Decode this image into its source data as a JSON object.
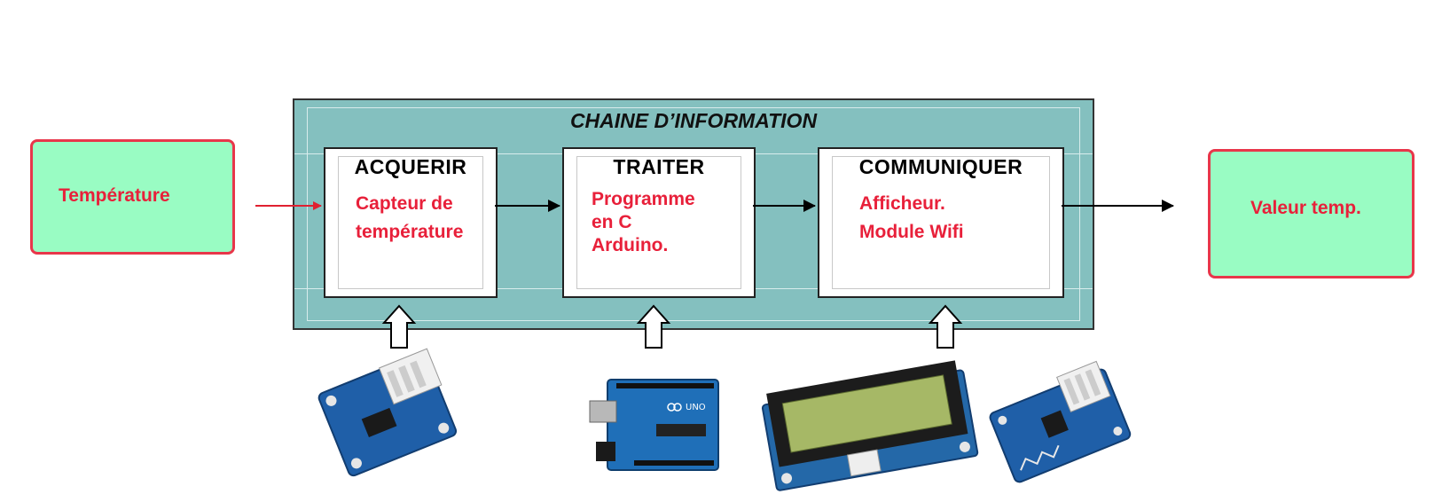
{
  "input": {
    "label": "Température"
  },
  "output": {
    "label": "Valeur temp."
  },
  "chain": {
    "title": "CHAINE D’INFORMATION",
    "blocks": [
      {
        "title": "ACQUERIR",
        "lines": [
          "Capteur de",
          "température"
        ]
      },
      {
        "title": "TRAITER",
        "lines": [
          "Programme",
          "en C",
          "Arduino."
        ]
      },
      {
        "title": "COMMUNIQUER",
        "lines": [
          "Afficheur.",
          "Module Wifi"
        ]
      }
    ]
  },
  "colors": {
    "io_fill": "#99fcc3",
    "io_border": "#e8364a",
    "chain_fill": "#84c0bf",
    "red_text": "#e8203a",
    "board_blue": "#1f5fa8"
  },
  "components": [
    {
      "icon": "grove-temperature-sensor-board"
    },
    {
      "icon": "arduino-uno-board"
    },
    {
      "icon": "grove-lcd-rgb-backlight-display"
    },
    {
      "icon": "grove-wifi-module-board"
    }
  ]
}
